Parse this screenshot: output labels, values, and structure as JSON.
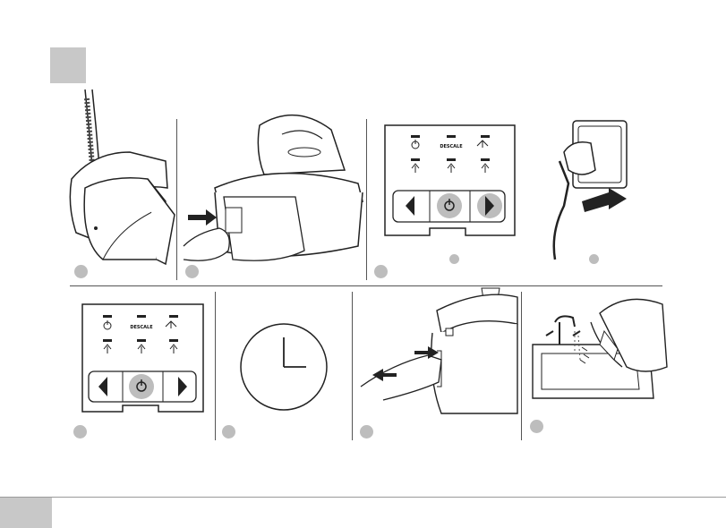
{
  "manual": {
    "control_panel_label": "DESCALE",
    "colors": {
      "badge_grey": "#c8c8c8",
      "step_badge_grey": "#bdbdbd",
      "line_dark": "#222222"
    },
    "icons": [
      "power-icon",
      "descale-label",
      "tap-icon",
      "steam-low-icon",
      "steam-medium-icon",
      "steam-high-icon",
      "arrow-left-icon",
      "arrow-right-icon",
      "clock-icon"
    ],
    "steps_row_top": 4,
    "steps_row_bottom": 4
  }
}
